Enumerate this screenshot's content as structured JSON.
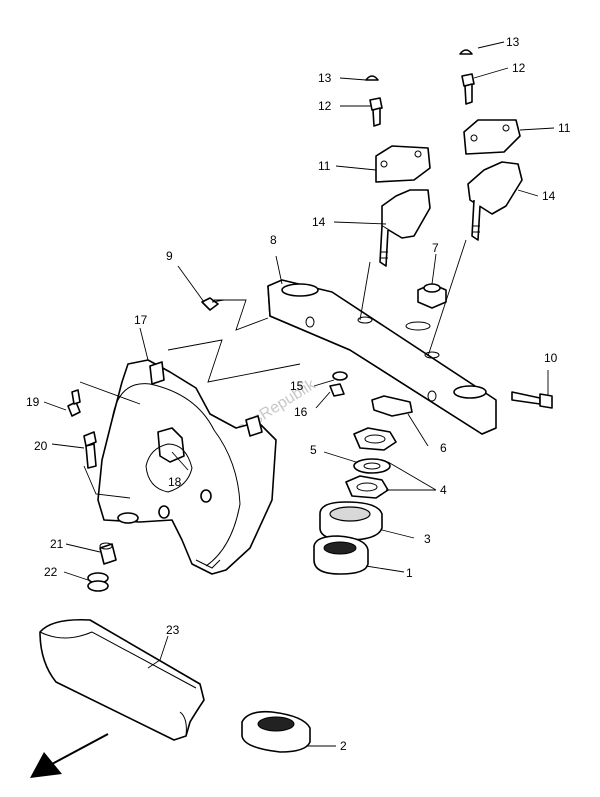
{
  "callouts": [
    "1",
    "2",
    "3",
    "4",
    "5",
    "6",
    "7",
    "8",
    "9",
    "10",
    "11",
    "11",
    "12",
    "12",
    "13",
    "13",
    "14",
    "14",
    "15",
    "16",
    "17",
    "18",
    "19",
    "20",
    "21",
    "22",
    "23"
  ],
  "watermark": "PartsRepublik",
  "colors": {
    "line": "#000000",
    "background": "#ffffff",
    "watermark": "#c8c8c8"
  },
  "icons": {
    "direction_arrow": "arrow-down-left-icon"
  }
}
